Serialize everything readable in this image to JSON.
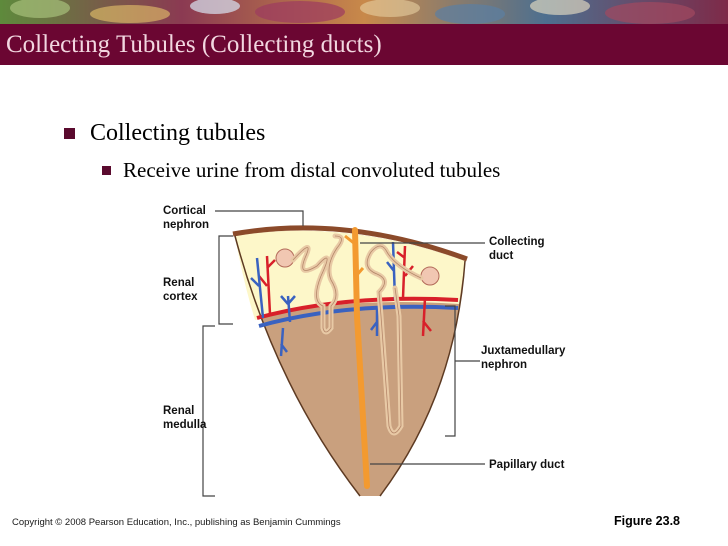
{
  "slide": {
    "title": "Collecting Tubules (Collecting ducts)",
    "bullets": [
      {
        "level": 1,
        "text": "Collecting tubules"
      },
      {
        "level": 2,
        "text": "Receive urine from distal convoluted tubules"
      }
    ]
  },
  "figure": {
    "labels": {
      "cortical_nephron_1": "Cortical",
      "cortical_nephron_2": "nephron",
      "renal_cortex_1": "Renal",
      "renal_cortex_2": "cortex",
      "renal_medulla_1": "Renal",
      "renal_medulla_2": "medulla",
      "collecting_duct_1": "Collecting",
      "collecting_duct_2": "duct",
      "juxta_1": "Juxtamedullary",
      "juxta_2": "nephron",
      "papillary_duct": "Papillary duct"
    },
    "number": "Figure 23.8"
  },
  "footer": {
    "copyright": "Copyright © 2008 Pearson Education, Inc., publishing as Benjamin Cummings"
  },
  "colors": {
    "title_bar": "#6b0632",
    "cortex": "#fdf7c9",
    "medulla": "#c9a07e",
    "capsule": "#8b4a2a",
    "duct": "#f39a30",
    "artery": "#d8202a",
    "vein": "#3a62c0",
    "tubule": "#f3d6b6"
  }
}
